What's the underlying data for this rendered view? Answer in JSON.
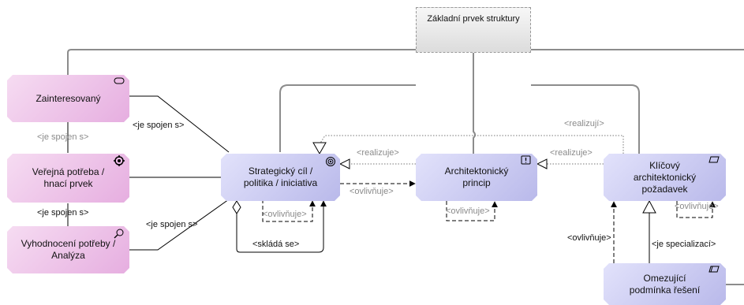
{
  "nodes": {
    "base": "Základní prvek struktury",
    "stakeholder": "Zainteresovaný",
    "public_need": "Veřejná potřeba / hnací prvek",
    "need_eval": "Vyhodnocení potřeby / Analýza",
    "strategic_goal": "Strategický cíl / politika / iniciativa",
    "principle": "Architektonický princip",
    "requirement": "Klíčový architektonický požadavek",
    "constraint": "Omezující podmínka řešení"
  },
  "labels": {
    "je_spojen_1": "<je spojen s>",
    "je_spojen_gray": "<je spojen s>",
    "je_spojen_2": "<je spojen s>",
    "je_spojen_3": "<je spojen s>",
    "realizuji": "<realizují>",
    "realizuje_1": "<realizuje>",
    "realizuje_2": "<realizuje>",
    "ovlivnuje_1": "<ovlivňuje>",
    "ovlivnuje_2": "<ovlivňuje>",
    "ovlivnuje_3": "<ovlivňuje>",
    "ovlivnuje_4": "<ovlivňuje>",
    "ovlivnuje_5": "<ovlivňuje>",
    "sklada_se": "<skládá se>",
    "je_specializaci": "<je specializací>"
  },
  "icons": [
    "service-icon",
    "driver-icon",
    "assessment-icon",
    "goal-icon",
    "principle-icon",
    "requirement-icon",
    "constraint-icon"
  ]
}
